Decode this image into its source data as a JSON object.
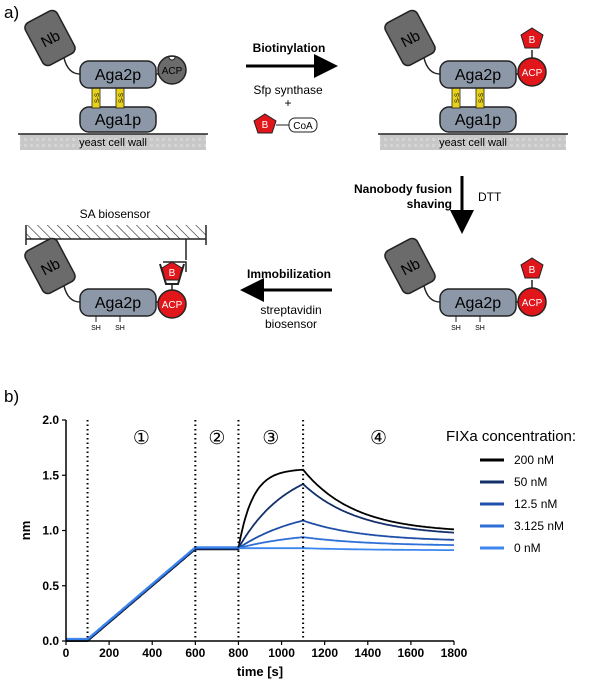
{
  "panel_a": {
    "label": "a)",
    "steps": {
      "biotinylation": "Biotinylation",
      "sfp": "Sfp synthase",
      "plus": "+",
      "shaving_line1": "Nanobody fusion",
      "shaving_line2": "shaving",
      "dtt": "DTT",
      "immobilization": "Immobilization",
      "sa_line1": "streptavidin",
      "sa_line2": "biosensor"
    },
    "labels": {
      "nb": "Nb",
      "aga2p": "Aga2p",
      "aga1p": "Aga1p",
      "acp": "ACP",
      "b": "B",
      "coa": "CoA",
      "ss": "S-S",
      "sh": "SH",
      "wall": "yeast cell wall",
      "sa_biosensor": "SA biosensor"
    }
  },
  "panel_b": {
    "label": "b)",
    "phases": [
      "①",
      "②",
      "③",
      "④"
    ],
    "legend_title": "FIXa concentration:"
  },
  "chart_data": {
    "type": "line",
    "xlabel": "time [s]",
    "ylabel": "nm",
    "xlim": [
      0,
      1800
    ],
    "ylim": [
      0,
      2.0
    ],
    "xticks": [
      0,
      200,
      400,
      600,
      800,
      1000,
      1200,
      1400,
      1600,
      1800
    ],
    "yticks": [
      0.0,
      0.5,
      1.0,
      1.5,
      2.0
    ],
    "phase_boundaries": [
      100,
      600,
      800,
      1100
    ],
    "baseline": [
      0,
      0.01,
      0.01,
      0.84,
      0.84
    ],
    "series": [
      {
        "name": "200 nM",
        "color": "#000000",
        "peak": 1.55,
        "end": 0.98,
        "plateau_time": 200
      },
      {
        "name": "50 nM",
        "color": "#14306a",
        "peak": 1.42,
        "end": 0.95,
        "plateau_time": 700
      },
      {
        "name": "12.5 nM",
        "color": "#1f4fa8",
        "peak": 1.09,
        "end": 0.9,
        "plateau_time": 900
      },
      {
        "name": "3.125 nM",
        "color": "#2f6fd8",
        "peak": 0.94,
        "end": 0.86,
        "plateau_time": 900
      },
      {
        "name": "0 nM",
        "color": "#3d86f0",
        "peak": 0.84,
        "end": 0.82,
        "plateau_time": 900
      }
    ]
  }
}
